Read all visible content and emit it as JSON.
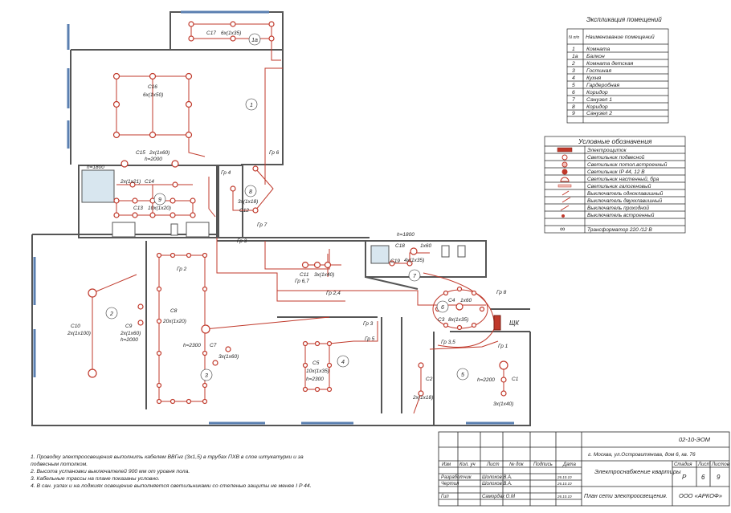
{
  "explication": {
    "title": "Экспликация помещений",
    "col_no": "N п/п",
    "col_name": "Наименование помещений",
    "rows": [
      {
        "no": "1",
        "name": "Комната"
      },
      {
        "no": "1а",
        "name": "Балкон"
      },
      {
        "no": "2",
        "name": "Комната детская"
      },
      {
        "no": "3",
        "name": "Гостиная"
      },
      {
        "no": "4",
        "name": "Кухня"
      },
      {
        "no": "5",
        "name": "Гардеробная"
      },
      {
        "no": "6",
        "name": "Коридор"
      },
      {
        "no": "7",
        "name": "Санузел 1"
      },
      {
        "no": "8",
        "name": "Коридор"
      },
      {
        "no": "9",
        "name": "Санузел 2"
      }
    ]
  },
  "legend": {
    "title": "Условные обозначения",
    "items": [
      {
        "icon": "switchboard-icon",
        "label": "Электрощиток"
      },
      {
        "icon": "pendant-light-icon",
        "label": "Светильник подвесной"
      },
      {
        "icon": "ceiling-recessed-light-icon",
        "label": "Светильник потол.встроенный"
      },
      {
        "icon": "ip44-light-icon",
        "label": "Светильник IP 44, 12 В"
      },
      {
        "icon": "wall-sconce-icon",
        "label": "Светильник настенный, бра"
      },
      {
        "icon": "halogen-light-icon",
        "label": "Светильник галогеновый"
      },
      {
        "icon": "single-switch-icon",
        "label": "Выключатель одноклавишный"
      },
      {
        "icon": "double-switch-icon",
        "label": "Выключатель двухклавишный"
      },
      {
        "icon": "pass-switch-icon",
        "label": "Выключатель проходной"
      },
      {
        "icon": "built-in-switch-icon",
        "label": "Выключатель встроенный"
      },
      {
        "icon": "transformer-icon",
        "label": "Трансформатор 220 /12 В"
      }
    ]
  },
  "plan": {
    "room_numbers": [
      "1",
      "1а",
      "2",
      "3",
      "4",
      "5",
      "6",
      "7",
      "8",
      "9"
    ],
    "fixture_labels": [
      {
        "id": "C17",
        "text": "С17",
        "sub": "6х(1х35)"
      },
      {
        "id": "C16",
        "text": "С16",
        "sub": "6х(1х50)"
      },
      {
        "id": "C15",
        "text": "С15",
        "sub": "2х(1х60)"
      },
      {
        "id": "C15h",
        "text": "h=2000",
        "sub": ""
      },
      {
        "id": "h1800a",
        "text": "h=1800",
        "sub": ""
      },
      {
        "id": "C14",
        "text": "С14",
        "sub": "2х(1х21)"
      },
      {
        "id": "C13",
        "text": "С13",
        "sub": "10х(1х20)"
      },
      {
        "id": "C12",
        "text": "С12",
        "sub": "3х(1х18)"
      },
      {
        "id": "C10",
        "text": "С10",
        "sub": "2х(1х100)"
      },
      {
        "id": "C9",
        "text": "С9",
        "sub": "2х(1х60)"
      },
      {
        "id": "C9h",
        "text": "h=2000",
        "sub": ""
      },
      {
        "id": "C8",
        "text": "С8",
        "sub": "20х(1х20)"
      },
      {
        "id": "C7",
        "text": "С7",
        "sub": "3х(1х60)"
      },
      {
        "id": "C7h",
        "text": "h=2300",
        "sub": ""
      },
      {
        "id": "C11",
        "text": "С11",
        "sub": "3х(1х40)"
      },
      {
        "id": "C5",
        "text": "С5",
        "sub": "10х(1х35)"
      },
      {
        "id": "C5h",
        "text": "h=2300",
        "sub": ""
      },
      {
        "id": "C18",
        "text": "С18",
        "sub": "1х60"
      },
      {
        "id": "h1800b",
        "text": "h=1800",
        "sub": ""
      },
      {
        "id": "C19",
        "text": "С19",
        "sub": "4х(1х35)"
      },
      {
        "id": "C4",
        "text": "С4",
        "sub": "1х60"
      },
      {
        "id": "C3",
        "text": "С3",
        "sub": "8х(1х35)"
      },
      {
        "id": "C2",
        "text": "С2",
        "sub": "2х(1х18)"
      },
      {
        "id": "C1",
        "text": "С1",
        "sub": "3х(1х40)"
      },
      {
        "id": "C1h",
        "text": "h=2200",
        "sub": ""
      }
    ],
    "groups": [
      "Гр 1",
      "Гр 2",
      "Гр 2,4",
      "Гр 3",
      "Гр 3",
      "Гр 3,5",
      "Гр 4",
      "Гр 5",
      "Гр 6",
      "Гр 6,7",
      "Гр 7",
      "Гр 8"
    ],
    "panel_label": "ЩК"
  },
  "notes": [
    "1. Проводку электроосвещения выполнить кабелем ВВГнг (3х1,5) в  трубах ПХВ  в слое   штукатурки  и за",
    "подвесным   потолком.",
    "2. Высота установки выключателей 900 мм от уровня пола.",
    "3. Кабельные трассы на плане показаны условно.",
    "4. В сан. узлах и на лоджиях освещение выполняется    светильниками   со степенью    защиты  не менее I P 44."
  ],
  "stamp": {
    "code": "02-10-ЭОМ",
    "address": "г. Москва, ул.Островитянова, дом 6,  кв. 76",
    "headers": [
      "Изм",
      "Кол. уч",
      "Лист",
      "№ док",
      "Подпись",
      "Дата"
    ],
    "roles": [
      {
        "role": "Разработчик",
        "name": "Шолохов В.А.",
        "date": "26.10.10"
      },
      {
        "role": "Чертил",
        "name": "Шолохов В.А.",
        "date": "26.10.10"
      },
      {
        "role": "Гип",
        "name": "Самордак О.М",
        "date": "26.10.10"
      }
    ],
    "project": "Электроснабжение квартиры",
    "stage_hdr": "Стадия",
    "sheet_hdr": "Лист",
    "sheets_hdr": "Листов",
    "stage": "Р",
    "sheet": "6",
    "sheets": "9",
    "drawing": "План сети электроосвещения.",
    "company": "ООО «АРКОФ»"
  },
  "colors": {
    "wire": "#c0392b",
    "wall": "#555555",
    "window": "#5a7fb0"
  }
}
